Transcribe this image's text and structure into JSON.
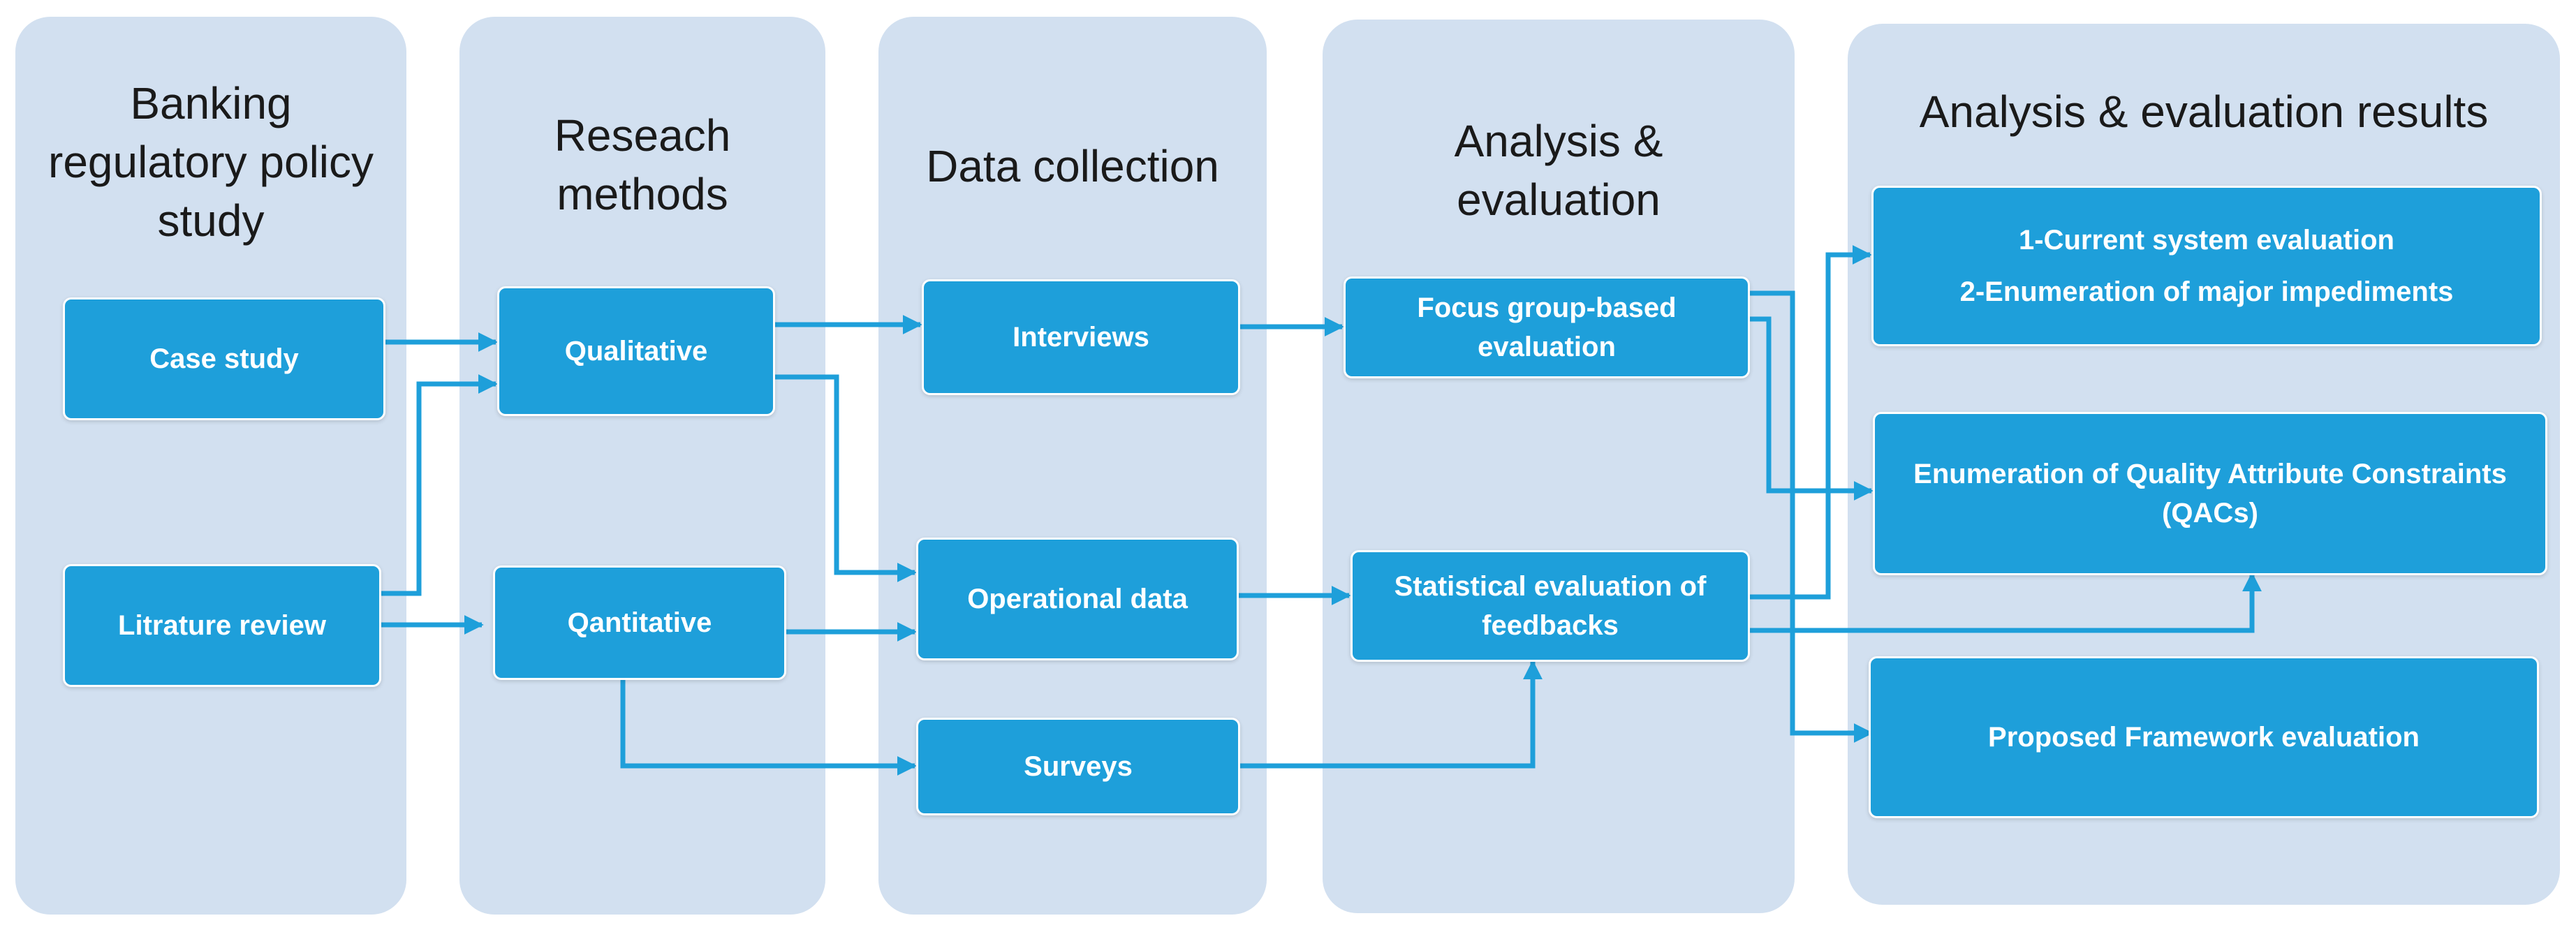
{
  "colors": {
    "column_bg": "#d2e0f0",
    "box_fill": "#1e9fda",
    "arrow": "#1e9fda",
    "title_text": "#1a1a1a",
    "box_text": "#ffffff"
  },
  "columns": [
    {
      "title_lines": [
        "Banking",
        "regulatory policy",
        "study"
      ]
    },
    {
      "title_lines": [
        "Reseach",
        "methods"
      ]
    },
    {
      "title_lines": [
        "Data collection"
      ]
    },
    {
      "title_lines": [
        "Analysis &",
        "evaluation"
      ]
    },
    {
      "title_lines": [
        "Analysis & evaluation results"
      ]
    }
  ],
  "boxes": {
    "case_study": {
      "lines": [
        "Case study"
      ]
    },
    "litrature_review": {
      "lines": [
        "Litrature review"
      ]
    },
    "qualitative": {
      "lines": [
        "Qualitative"
      ]
    },
    "qantitative": {
      "lines": [
        "Qantitative"
      ]
    },
    "interviews": {
      "lines": [
        "Interviews"
      ]
    },
    "operational_data": {
      "lines": [
        "Operational data"
      ]
    },
    "surveys": {
      "lines": [
        "Surveys"
      ]
    },
    "focus_group": {
      "lines": [
        "Focus group-based",
        "evaluation"
      ]
    },
    "statistical_eval": {
      "lines": [
        "Statistical evaluation of",
        "feedbacks"
      ]
    },
    "current_system": {
      "lines": [
        "1-Current system evaluation",
        "2-Enumeration of major impediments"
      ]
    },
    "enumeration_qac": {
      "lines": [
        "Enumeration of Quality Attribute Constraints",
        "(QACs)"
      ]
    },
    "proposed_framework": {
      "lines": [
        "Proposed Framework evaluation"
      ]
    }
  }
}
